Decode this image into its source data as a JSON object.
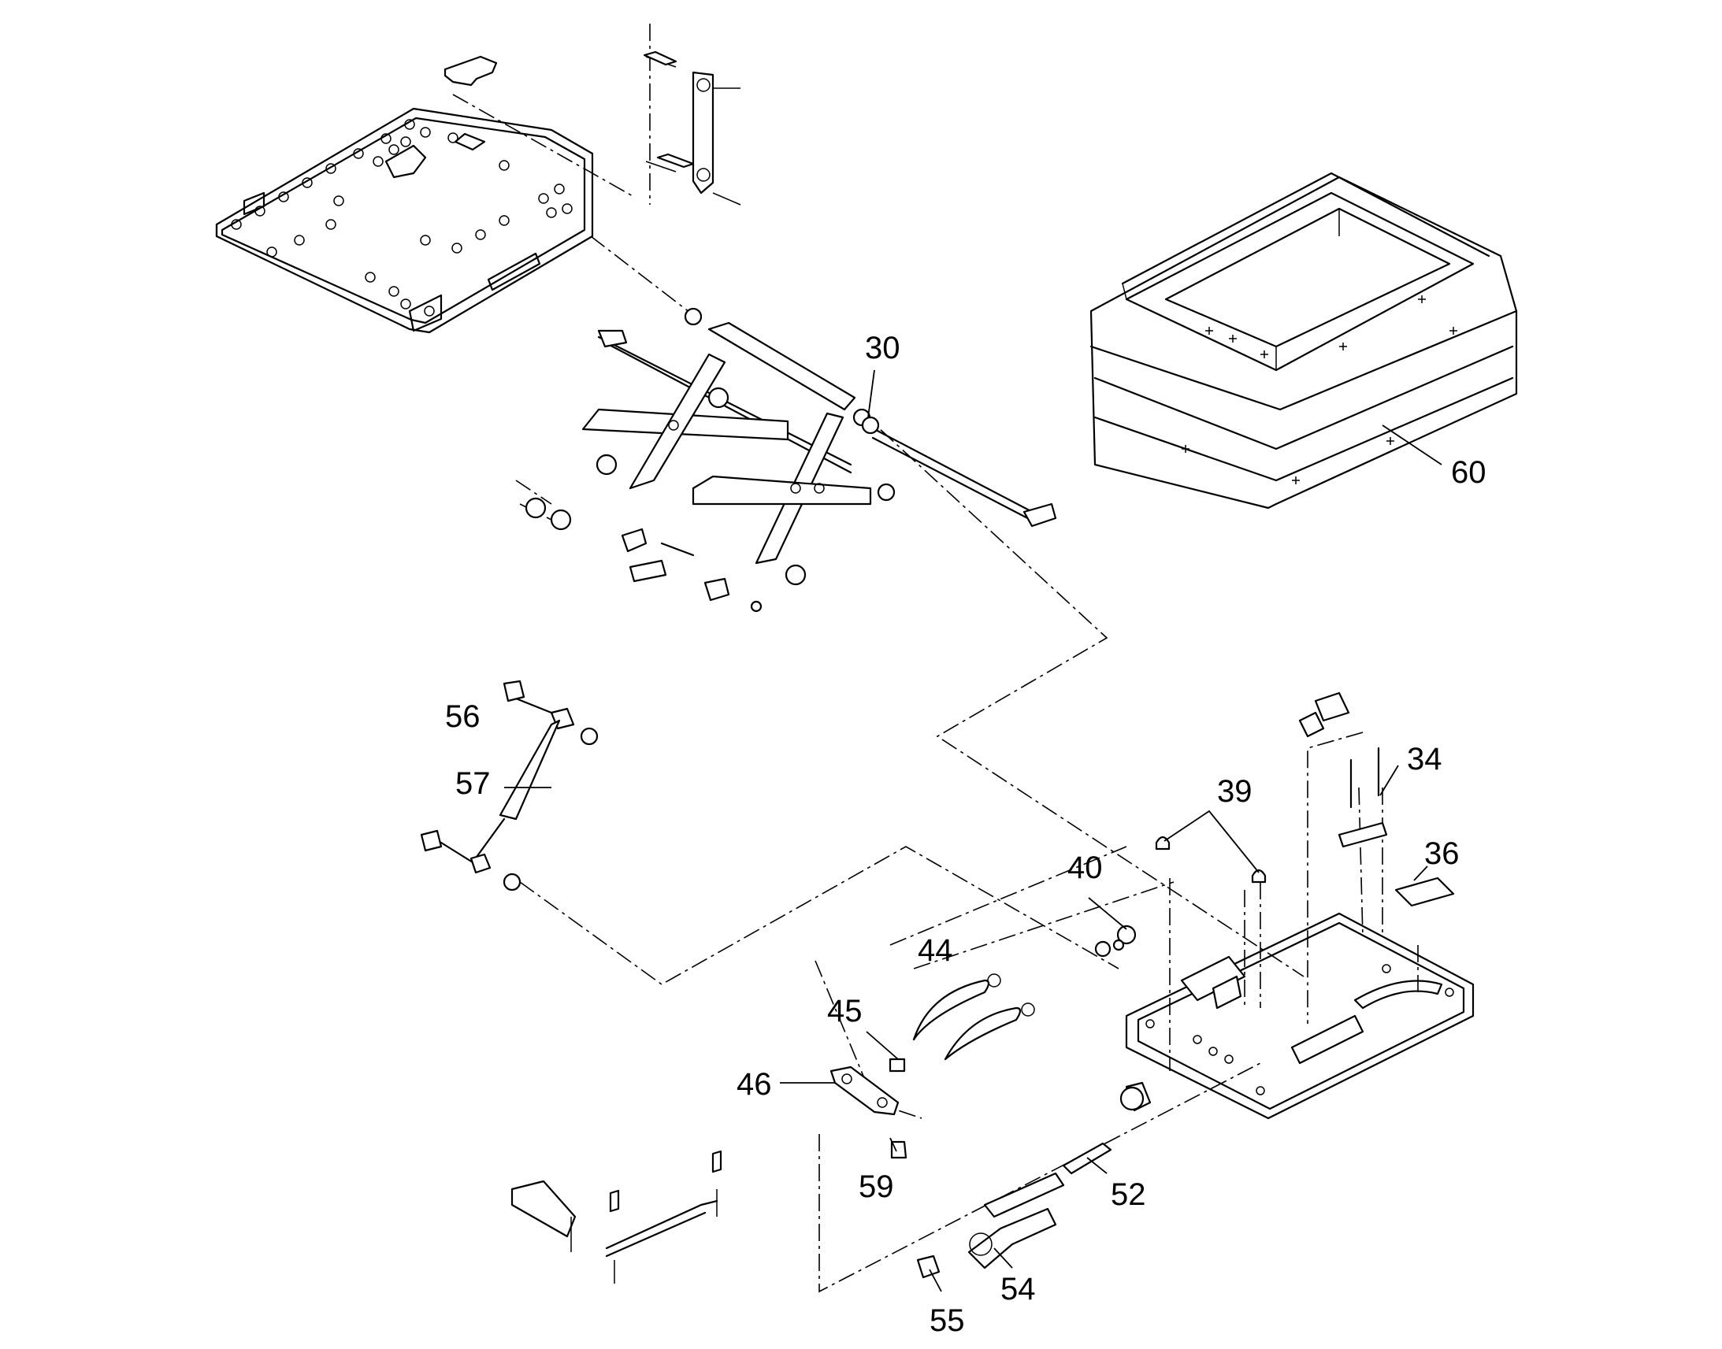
{
  "callouts": [
    {
      "id": "c30",
      "label": "30"
    },
    {
      "id": "c60",
      "label": "60"
    },
    {
      "id": "c34",
      "label": "34"
    },
    {
      "id": "c39",
      "label": "39"
    },
    {
      "id": "c36",
      "label": "36"
    },
    {
      "id": "c40",
      "label": "40"
    },
    {
      "id": "c44",
      "label": "44"
    },
    {
      "id": "c45",
      "label": "45"
    },
    {
      "id": "c46",
      "label": "46"
    },
    {
      "id": "c56",
      "label": "56"
    },
    {
      "id": "c57",
      "label": "57"
    },
    {
      "id": "c59",
      "label": "59"
    },
    {
      "id": "c52",
      "label": "52"
    },
    {
      "id": "c54",
      "label": "54"
    },
    {
      "id": "c55",
      "label": "55"
    }
  ]
}
